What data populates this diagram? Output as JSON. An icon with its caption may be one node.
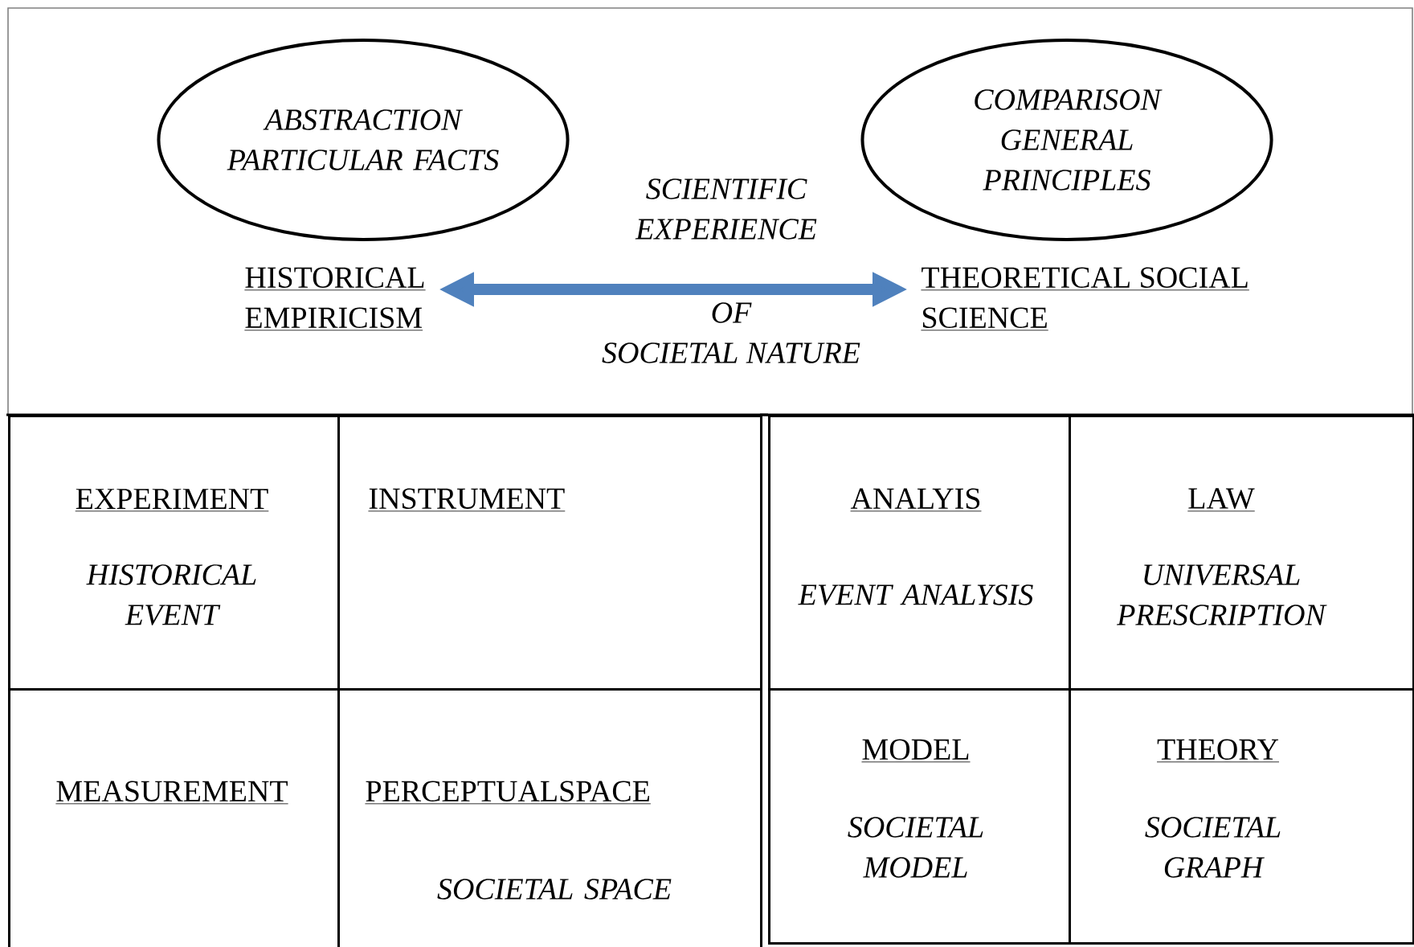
{
  "diagram": {
    "nodes": [
      {
        "text": [
          "ABSTRACTION PARTICULAR FACTS"
        ]
      },
      {
        "text": [
          "COMPARISON GENERAL PRINCIPLES"
        ]
      },
      {
        "text": [
          "HISTORICAL EMPIRICISM"
        ]
      },
      {
        "text": [
          "THEORETICAL SOCIAL SCIENCE"
        ]
      },
      {
        "text": [
          "EXPERIMENT",
          "HISTORICAL EVENT"
        ]
      },
      {
        "text": [
          "INSTRUMENT"
        ]
      },
      {
        "text": [
          "ANALYIS",
          "EVENT ANALYSIS"
        ]
      },
      {
        "text": [
          "LAW",
          "UNIVERSAL PRESCRIPTION"
        ]
      },
      {
        "text": [
          "MEASUREMENT"
        ]
      },
      {
        "text": [
          "PERCEPTUALSPACE",
          "SOCIETAL SPACE"
        ]
      },
      {
        "text": [
          "MODEL",
          "SOCIETAL MODEL"
        ]
      },
      {
        "text": [
          "THEORY",
          "SOCIETAL GRAPH"
        ]
      }
    ],
    "edges": [
      {
        "from": 2,
        "to": 3,
        "arrow": "both"
      }
    ],
    "labels": [
      "SCIENTIFIC EXPERIENCE",
      "OF SOCIETAL NATURE"
    ]
  }
}
